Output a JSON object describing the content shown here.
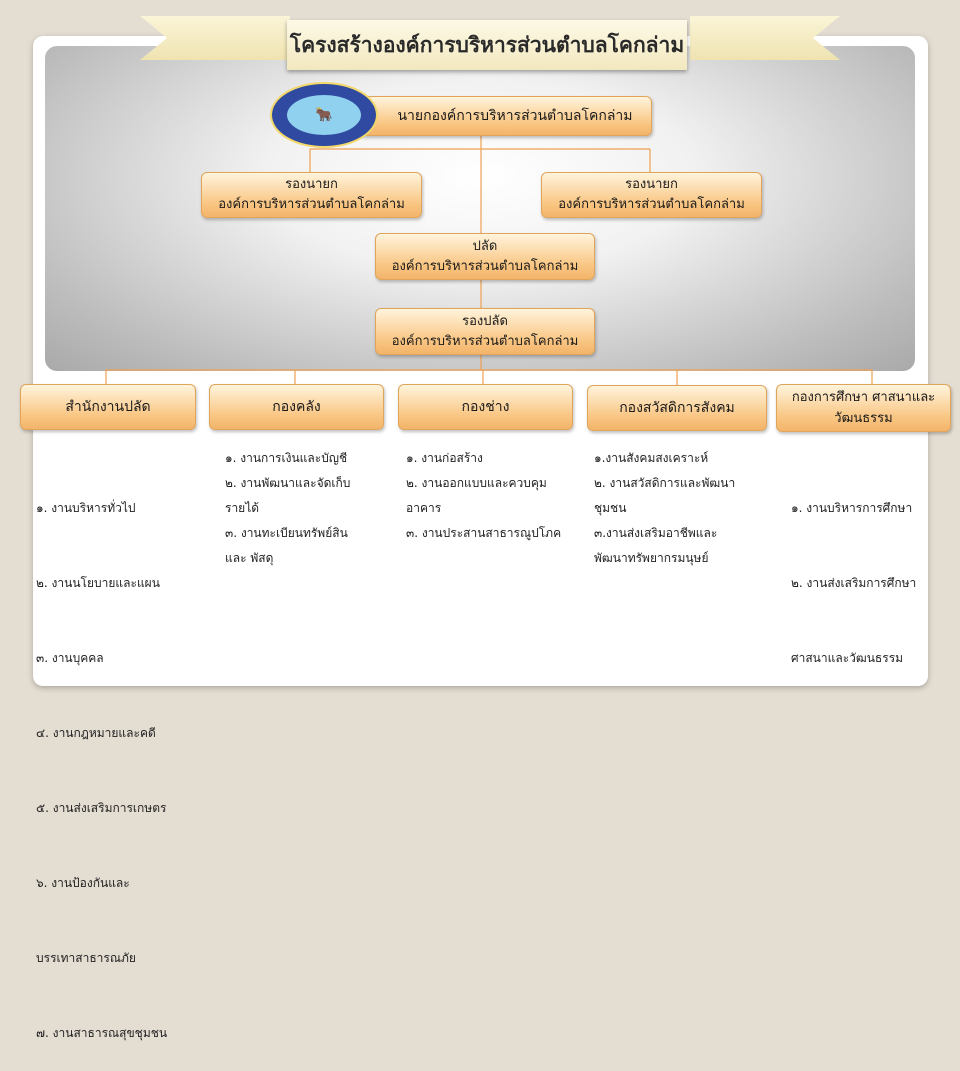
{
  "title": "โครงสร้างองค์การบริหารส่วนตำบลโคกล่าม",
  "seal": {
    "icon": "ox-cart-seal-icon"
  },
  "mayor": "นายกองค์การบริหารส่วนตำบลโคกล่าม",
  "deputy_left": {
    "line1": "รองนายก",
    "line2": "องค์การบริหารส่วนตำบลโคกล่าม"
  },
  "deputy_right": {
    "line1": "รองนายก",
    "line2": "องค์การบริหารส่วนตำบลโคกล่าม"
  },
  "palad": {
    "line1": "ปลัด",
    "line2": "องค์การบริหารส่วนตำบลโคกล่าม"
  },
  "deputy_palad": {
    "line1": "รองปลัด",
    "line2": "องค์การบริหารส่วนตำบลโคกล่าม"
  },
  "departments": [
    {
      "name": "สำนักงานปลัด",
      "duties": [
        "๑.   งานบริหารทั่วไป",
        "๒.   งานนโยบายและแผน",
        "๓.   งานบุคคล",
        "๔.   งานกฎหมายและคดี",
        "๕.   งานส่งเสริมการเกษตร",
        "๖.   งานป้องกันและ",
        "      บรรเทาสาธารณภัย",
        "๗.   งานสาธารณสุขชุมชน"
      ]
    },
    {
      "name": "กองคลัง",
      "duties": [
        "๑. งานการเงินและบัญชี",
        "๒. งานพัฒนาและจัดเก็บ",
        "รายได้",
        "๓. งานทะเบียนทรัพย์สิน",
        "และ พัสดุ"
      ]
    },
    {
      "name": "กองช่าง",
      "duties": [
        "๑. งานก่อสร้าง",
        "๒. งานออกแบบและควบคุม",
        "อาคาร",
        "๓. งานประสานสาธารณูปโภค"
      ]
    },
    {
      "name": "กองสวัสดิการสังคม",
      "duties": [
        "๑.งานสังคมสงเคราะห์",
        "๒. งานสวัสดิการและพัฒนา",
        "ชุมชน",
        "๓.งานส่งเสริมอาชีพและ",
        "พัฒนาทรัพยากรมนุษย์"
      ]
    },
    {
      "name_line1": "กองการศึกษา ศาสนาและ",
      "name_line2": "วัฒนธรรม",
      "duties": [
        "๑. งานบริหารการศึกษา",
        "๒. งานส่งเสริมการศึกษา",
        " ศาสนาและวัฒนธรรม"
      ]
    }
  ]
}
